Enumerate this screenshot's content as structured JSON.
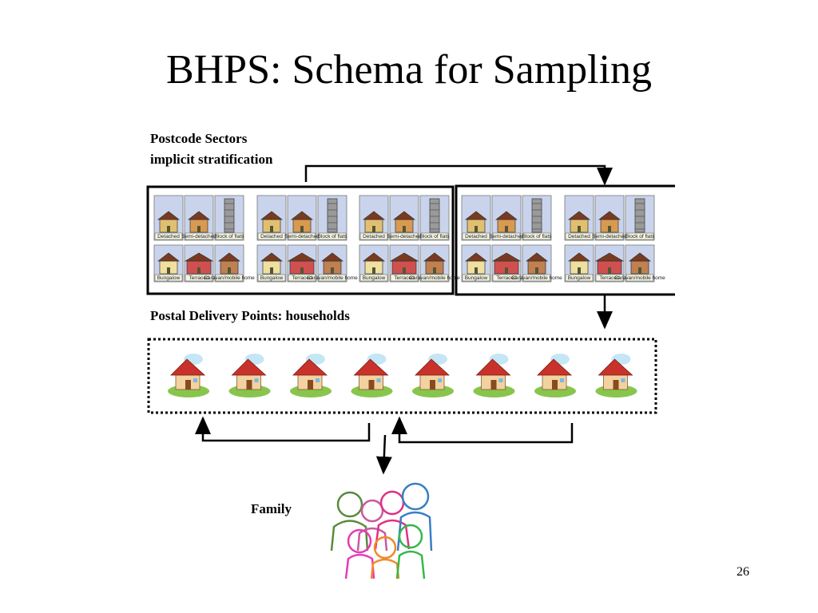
{
  "title": "BHPS: Schema for Sampling",
  "labels": {
    "postcode_line1": "Postcode Sectors",
    "postcode_line2": "implicit stratification",
    "postal": "Postal  Delivery Points: households",
    "family": "Family"
  },
  "dwelling_types": [
    "Detached",
    "Semi-detached",
    "Block of flats",
    "Bungalow",
    "Terraced",
    "Caravan/mobile home"
  ],
  "households_count_shown": 8,
  "slide_number": "26"
}
